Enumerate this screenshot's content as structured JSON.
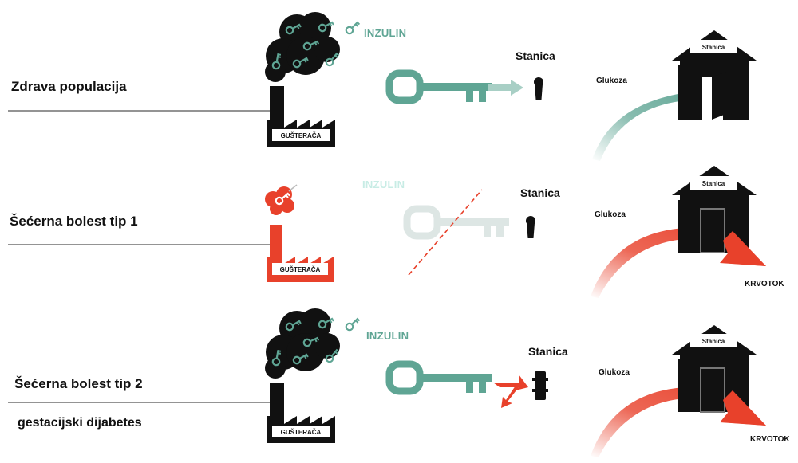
{
  "colors": {
    "teal": "#5fa594",
    "teal_light": "#dde6e4",
    "red": "#e8412b",
    "black": "#111111",
    "line": "#555555"
  },
  "rows": [
    {
      "label": "Zdrava populacija",
      "insulin_label": "INZULIN",
      "cell_label": "Stanica",
      "glucose_label": "Glukoza",
      "house_sign": "Stanica",
      "factory_sign": "GUŠTERAČA",
      "pancreas_color": "black",
      "key_state": "fits",
      "door": "open",
      "glucose_path": "into-cell"
    },
    {
      "label": "Šećerna bolest tip 1",
      "insulin_label": "INZULIN",
      "cell_label": "Stanica",
      "glucose_label": "Glukoza",
      "house_sign": "Stanica",
      "factory_sign": "GUŠTERAČA",
      "bloodstream_label": "KRVOTOK",
      "pancreas_color": "red",
      "key_state": "missing",
      "door": "closed",
      "glucose_path": "bloodstream"
    },
    {
      "label": "Šećerna bolest tip 2",
      "sublabel": "gestacijski dijabetes",
      "insulin_label": "INZULIN",
      "cell_label": "Stanica",
      "glucose_label": "Glukoza",
      "house_sign": "Stanica",
      "factory_sign": "GUŠTERAČA",
      "bloodstream_label": "KRVOTOK",
      "pancreas_color": "black",
      "key_state": "blocked",
      "door": "closed",
      "glucose_path": "bloodstream"
    }
  ]
}
